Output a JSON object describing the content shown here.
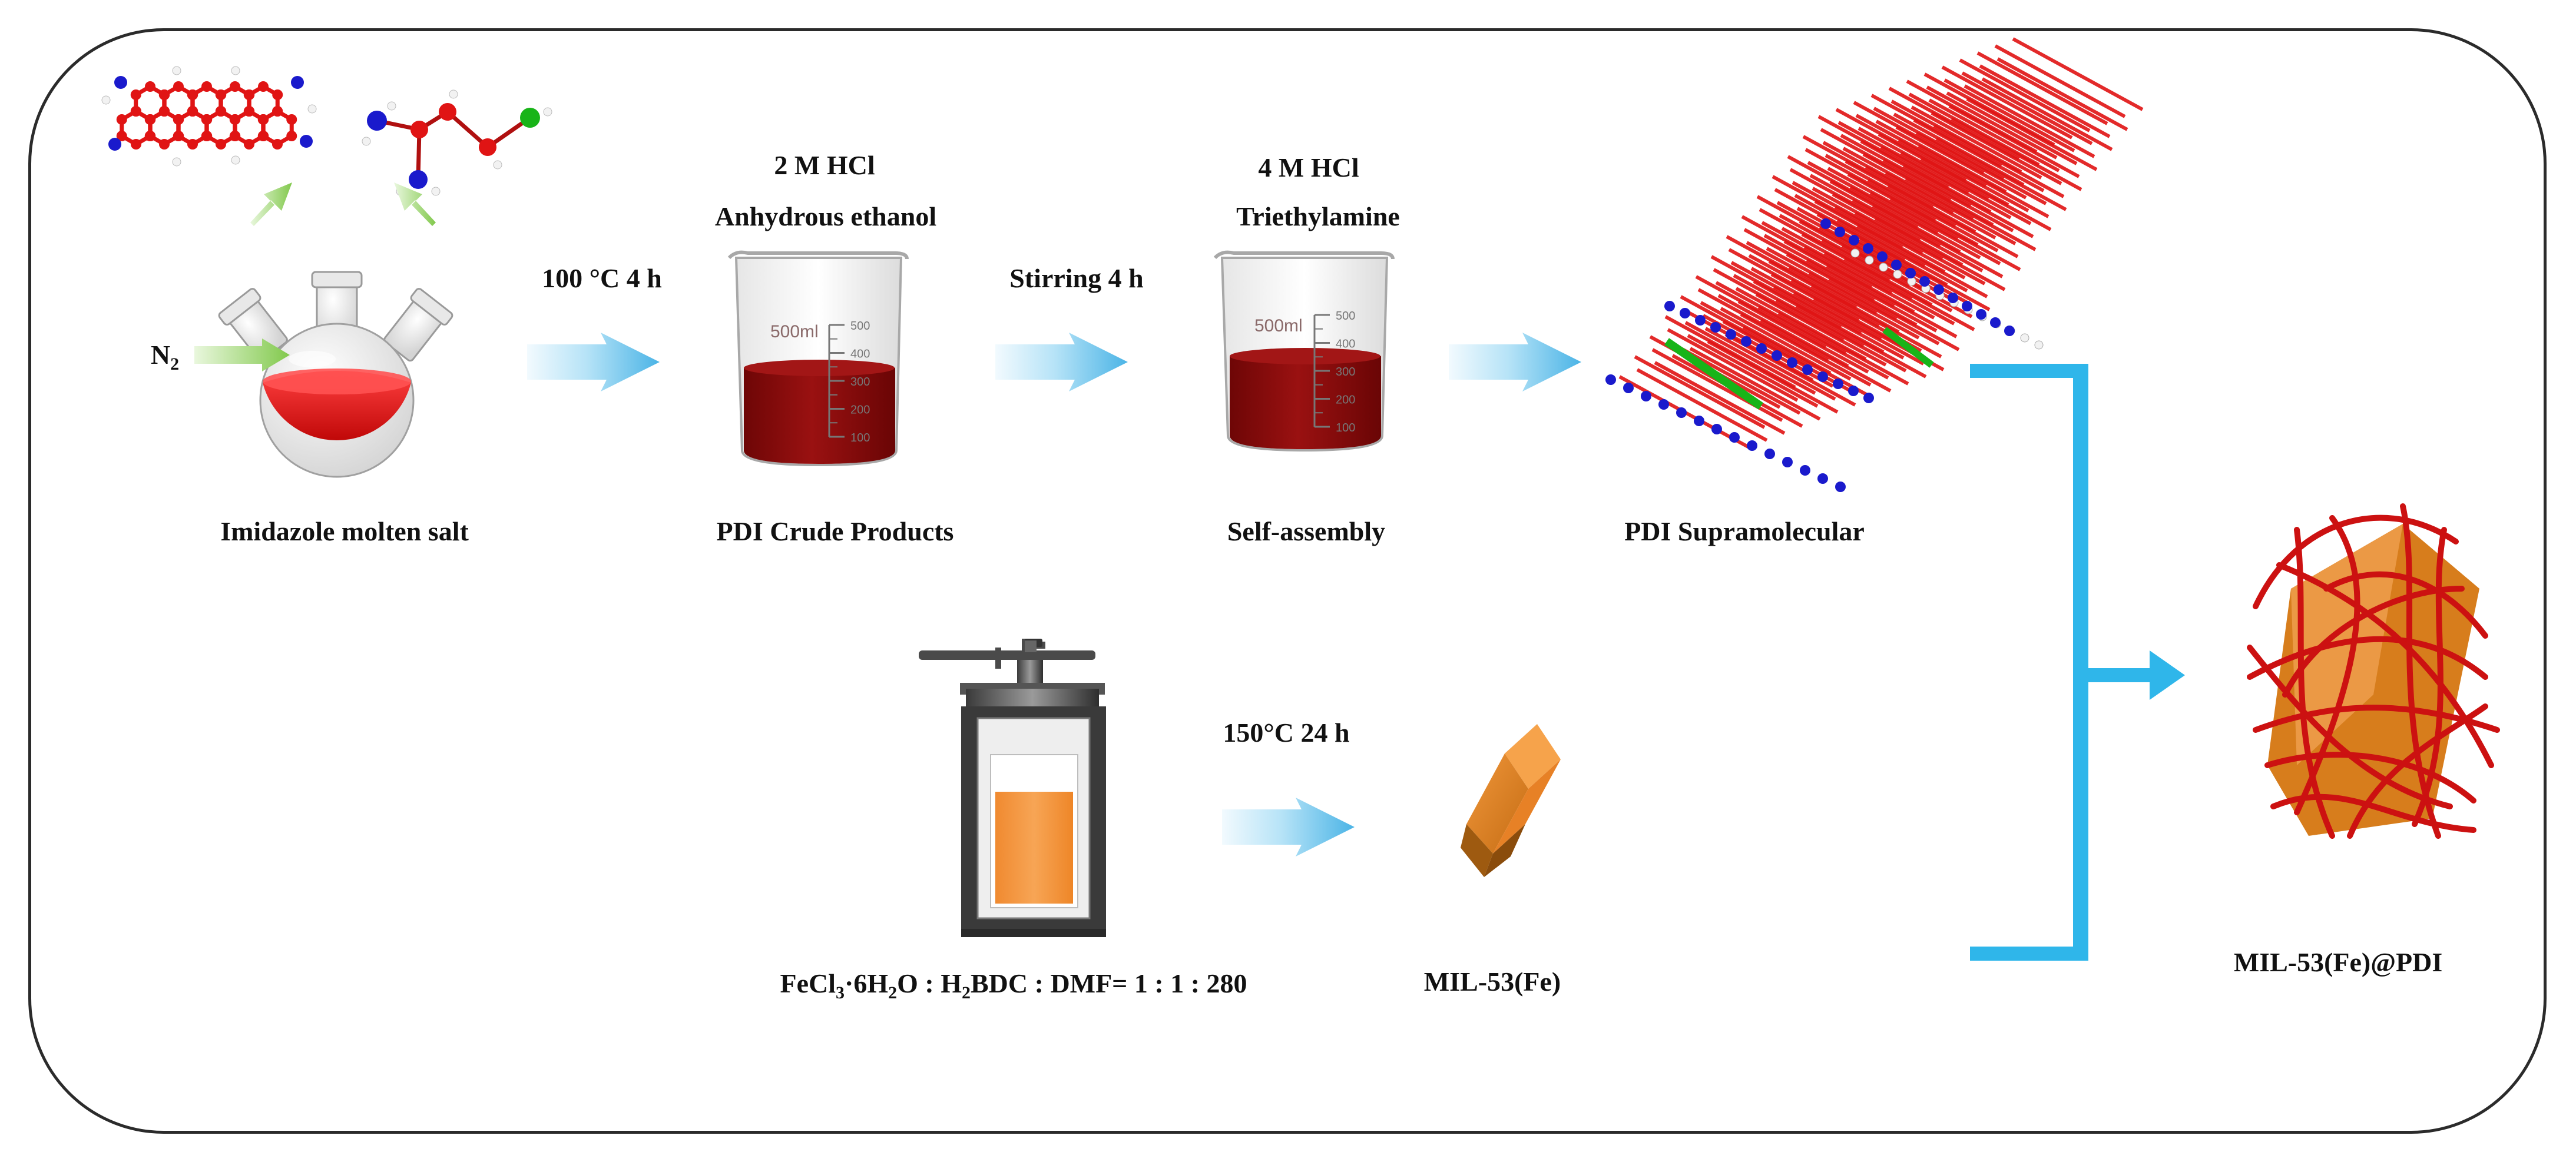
{
  "step1": {
    "gas": "N",
    "gas_sub": "2",
    "caption": "Imidazole molten salt",
    "condition": "100 °C  4 h"
  },
  "step2": {
    "reagent1": "2 M HCl",
    "reagent2": "Anhydrous ethanol",
    "beaker_volume": "500ml",
    "scale": [
      "500",
      "400",
      "300",
      "200",
      "100"
    ],
    "caption": "PDI Crude Products",
    "condition": "Stirring  4 h"
  },
  "step3": {
    "reagent1": "4 M HCl",
    "reagent2": "Triethylamine",
    "beaker_volume": "500ml",
    "scale": [
      "500",
      "400",
      "300",
      "200",
      "100"
    ],
    "caption": "Self-assembly"
  },
  "step4": {
    "caption": "PDI Supramolecular"
  },
  "mof": {
    "ratio_parts": [
      "FeCl",
      "3",
      "·6H",
      "2",
      "O : H",
      "2",
      "BDC : DMF= 1 : 1 : 280"
    ],
    "condition": "150°C  24 h",
    "caption": "MIL-53(Fe)"
  },
  "product": {
    "caption": "MIL-53(Fe)@PDI"
  },
  "colors": {
    "arrow_light": "#e8f6fd",
    "arrow_dark": "#4bb4e6",
    "bracket": "#2fb6ea",
    "liquid": "#8b0d0d",
    "flask_liquid": "#e01515",
    "crystal": "#d77d1c",
    "atom_red": "#e01414",
    "atom_blue": "#1a1acc",
    "atom_green": "#18b418",
    "atom_white": "#f2f2f2",
    "fiber": "#cc1111"
  },
  "icons": [
    "perylene-molecule-icon",
    "amine-molecule-icon",
    "three-neck-flask-icon",
    "beaker-icon",
    "autoclave-icon",
    "crystal-icon",
    "supramolecule-icon",
    "composite-icon",
    "process-arrow-icon"
  ]
}
